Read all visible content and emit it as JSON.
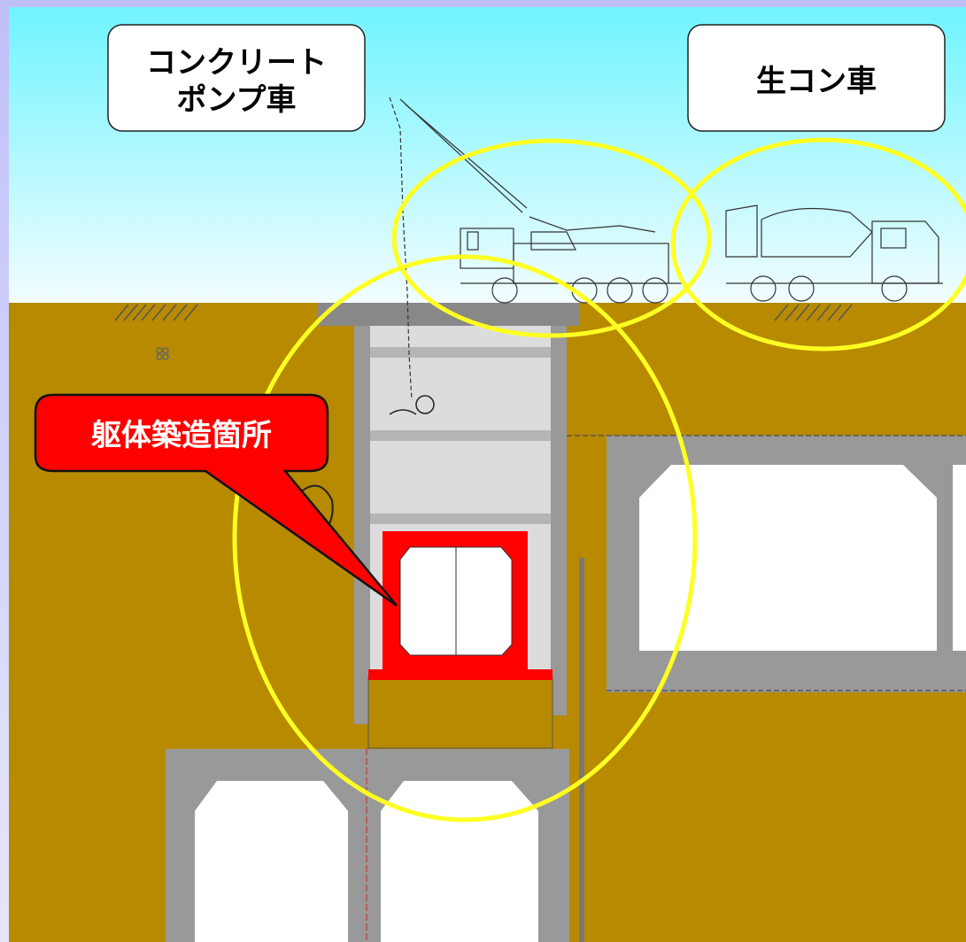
{
  "labels": {
    "pump_truck_line1": "コンクリート",
    "pump_truck_line2": "ポンプ車",
    "mixer_truck": "生コン車",
    "construction_site": "躯体築造箇所"
  },
  "colors": {
    "sky_top": "#6ff4ff",
    "sky_bottom": "#f2fdff",
    "soil": "#b78a00",
    "concrete": "#9a9a9a",
    "highlight_ellipse": "#ffff22",
    "callout_red": "#ff0000",
    "frame_border": "#b8b8f0"
  },
  "icons": {
    "pump_truck": "concrete-pump-truck-icon",
    "mixer_truck": "mixer-truck-icon"
  }
}
